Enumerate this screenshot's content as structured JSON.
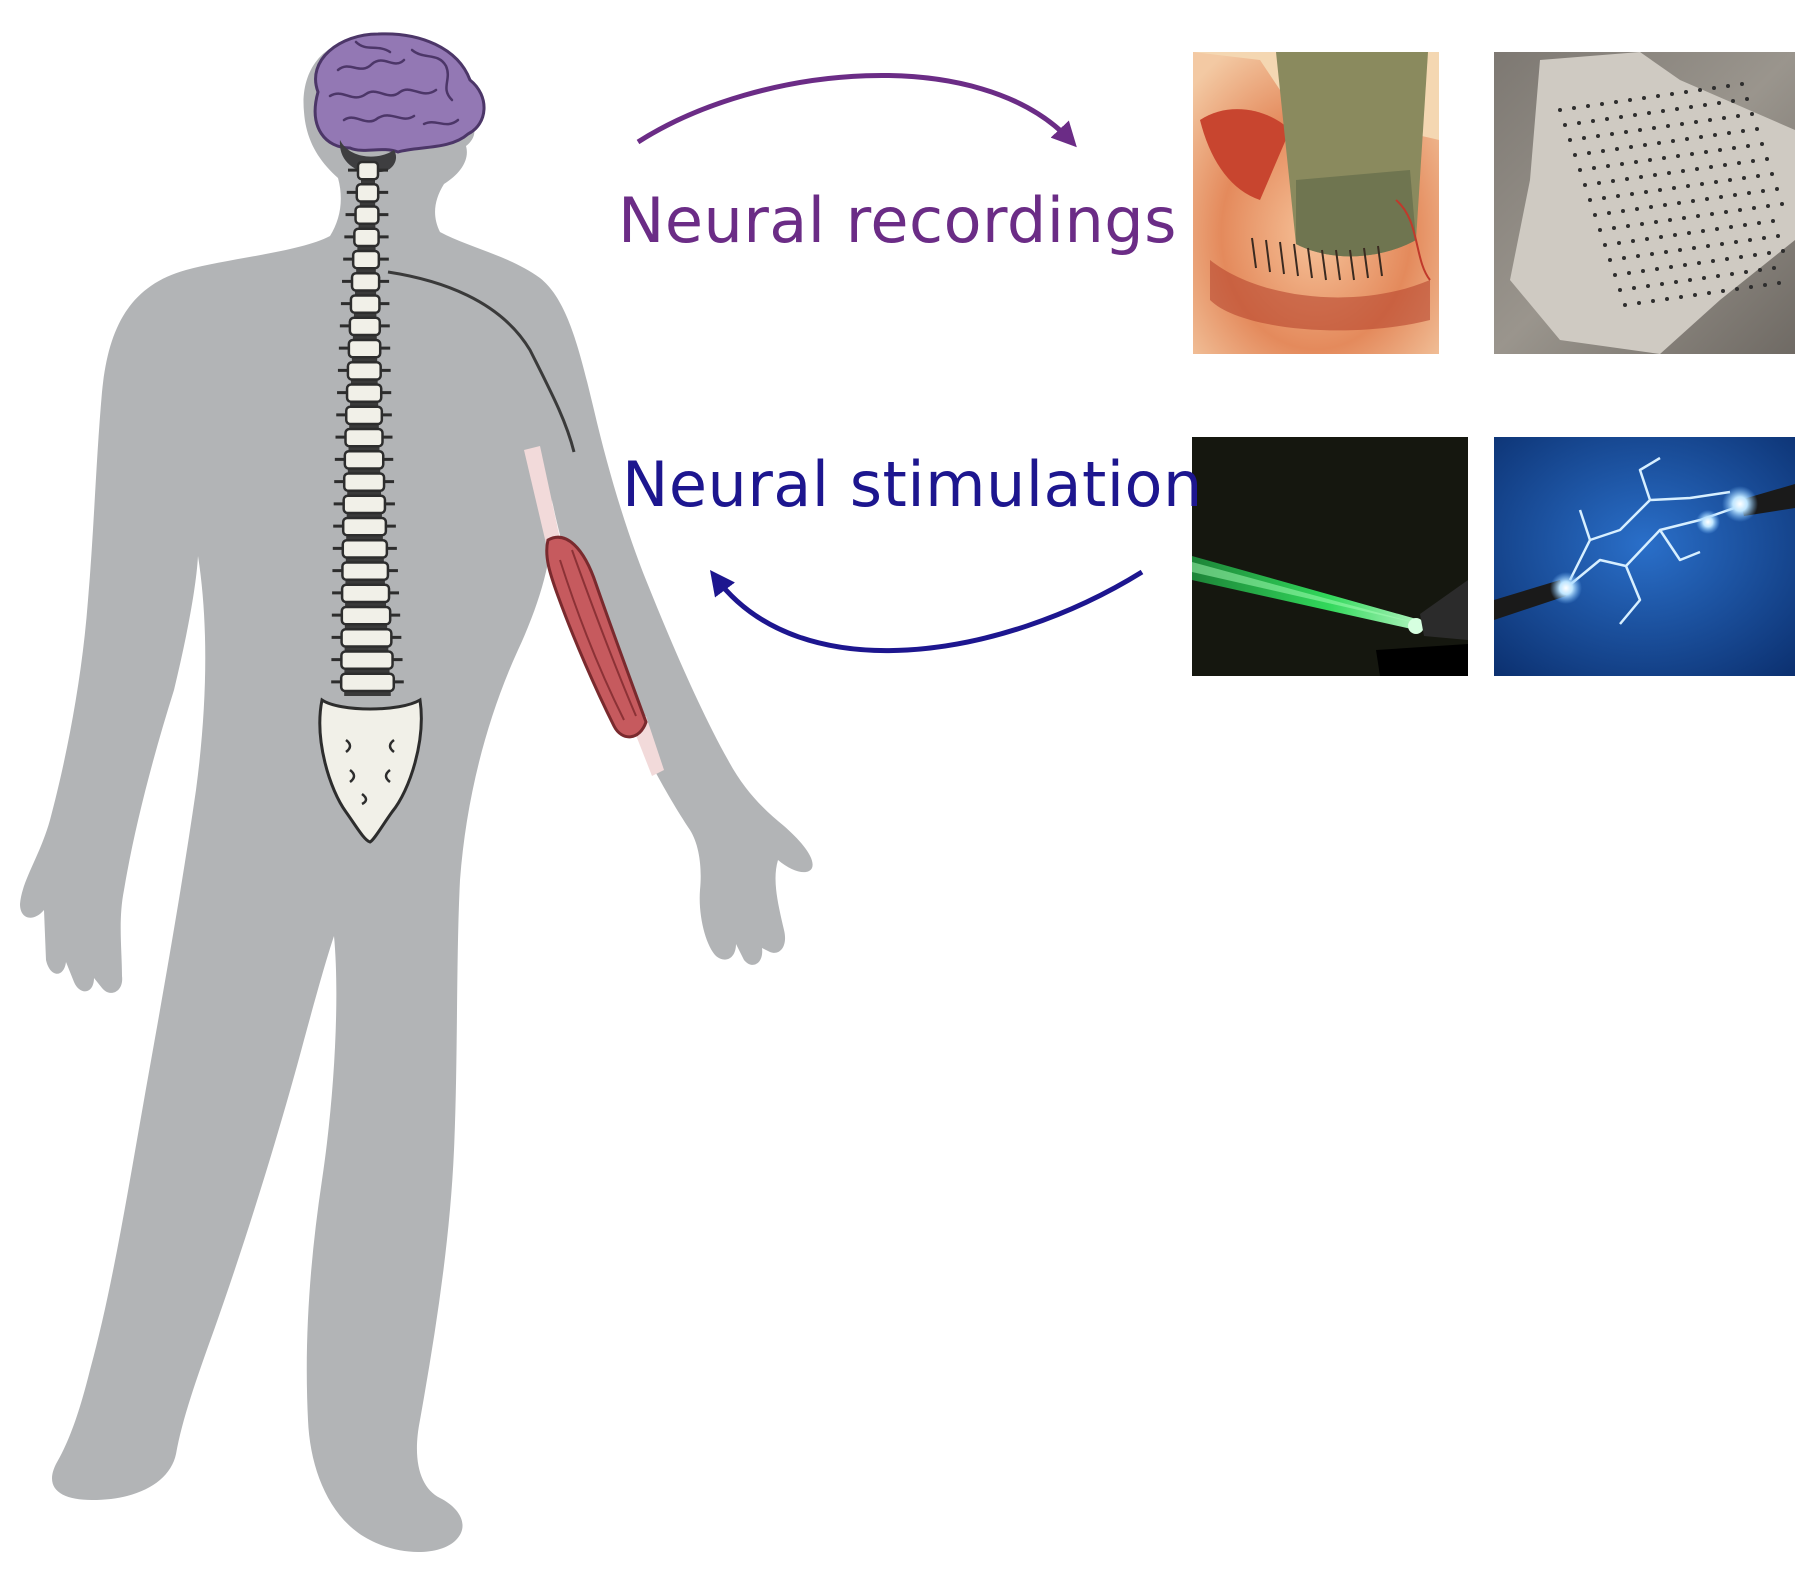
{
  "labels": {
    "recordings": "Neural recordings",
    "stimulation": "Neural stimulation"
  },
  "colors": {
    "background": "#ffffff",
    "body_silhouette": "#b2b4b6",
    "brain": "#9378b4",
    "recordings_accent": "#6b2c86",
    "stimulation_accent": "#1d168f",
    "muscle": "#c65a5e",
    "spine_bone": "#f1f0e8",
    "laser_green": "#29e05a",
    "electric_blue": "#0f4a9e"
  },
  "figure": {
    "panels": [
      {
        "id": "recording-photo-1",
        "depicts": "electrode array implanted in brain tissue"
      },
      {
        "id": "recording-photo-2",
        "depicts": "flexible electrode grid array"
      },
      {
        "id": "stimulation-photo-1",
        "depicts": "green laser beam from optical fiber"
      },
      {
        "id": "stimulation-photo-2",
        "depicts": "electric arc between electrodes"
      }
    ]
  }
}
